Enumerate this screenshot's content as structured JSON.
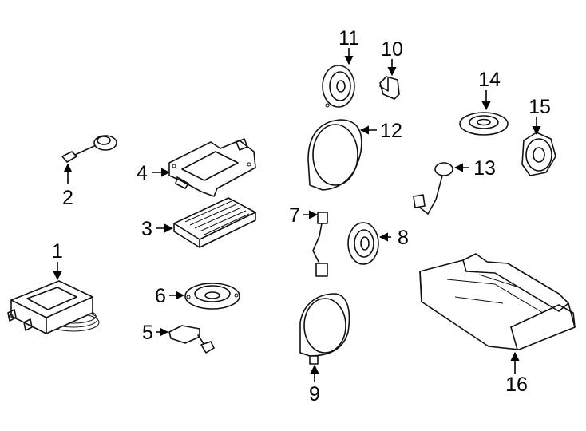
{
  "callouts": {
    "c1": "1",
    "c2": "2",
    "c3": "3",
    "c4": "4",
    "c5": "5",
    "c6": "6",
    "c7": "7",
    "c8": "8",
    "c9": "9",
    "c10": "10",
    "c11": "11",
    "c12": "12",
    "c13": "13",
    "c14": "14",
    "c15": "15",
    "c16": "16"
  }
}
